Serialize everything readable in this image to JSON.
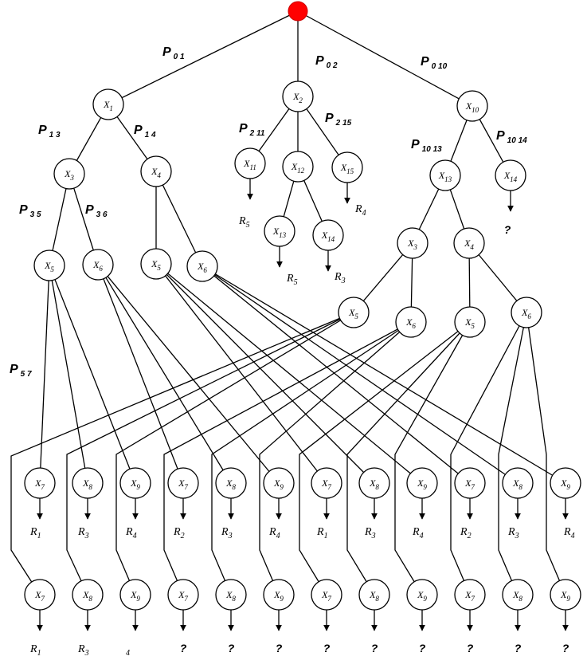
{
  "root_color": "#ff0000",
  "node_base_labels": [
    "X",
    "X",
    "X",
    "X",
    "X",
    "X",
    "X",
    "X",
    "X",
    "X",
    "X",
    "X",
    "X",
    "X",
    "X",
    "X",
    "X",
    "X",
    "X",
    "X",
    "X",
    "X",
    "X",
    "X",
    "X",
    "X",
    "X",
    "X",
    "X",
    "X",
    "X",
    "X",
    "X",
    "X",
    "X",
    "X",
    "X",
    "X",
    "X",
    "X",
    "X",
    "X",
    "X",
    "X",
    "X",
    "X"
  ],
  "node_subscripts": [
    "1",
    "2",
    "10",
    "3",
    "4",
    "11",
    "12",
    "15",
    "13",
    "14",
    "13",
    "14",
    "5",
    "6",
    "5",
    "6",
    "3",
    "4",
    "5",
    "6",
    "5",
    "6",
    "7",
    "8",
    "9",
    "7",
    "8",
    "9",
    "7",
    "8",
    "9",
    "7",
    "8",
    "9",
    "7",
    "8",
    "9",
    "7",
    "8",
    "9",
    "7",
    "8",
    "9",
    "7",
    "8",
    "9"
  ],
  "probabilities": [
    {
      "p": "P",
      "sub": "0 1"
    },
    {
      "p": "P",
      "sub": "0 2"
    },
    {
      "p": "P",
      "sub": "0 10"
    },
    {
      "p": "P",
      "sub": "1 3"
    },
    {
      "p": "P",
      "sub": "1 4"
    },
    {
      "p": "P",
      "sub": "2 11"
    },
    {
      "p": "P",
      "sub": "2 15"
    },
    {
      "p": "P",
      "sub": "10 13"
    },
    {
      "p": "P",
      "sub": "10 14"
    },
    {
      "p": "P",
      "sub": "3 5"
    },
    {
      "p": "P",
      "sub": "3 6"
    },
    {
      "p": "P",
      "sub": "5 7"
    }
  ],
  "reward_base_labels": [
    "R",
    "R",
    "R",
    "R",
    "R",
    "R",
    "R",
    "R",
    "R",
    "R",
    "R",
    "R",
    "R",
    "R",
    "R",
    "R",
    "R",
    "R"
  ],
  "reward_subscripts": [
    "5",
    "4",
    "5",
    "3",
    "1",
    "3",
    "4",
    "2",
    "3",
    "4",
    "1",
    "3",
    "4",
    "2",
    "3",
    "4",
    "1",
    "3",
    "4"
  ],
  "unknown_labels": [
    "?",
    "?",
    "?",
    "?",
    "?",
    "?",
    "?",
    "?",
    "?",
    "?"
  ]
}
